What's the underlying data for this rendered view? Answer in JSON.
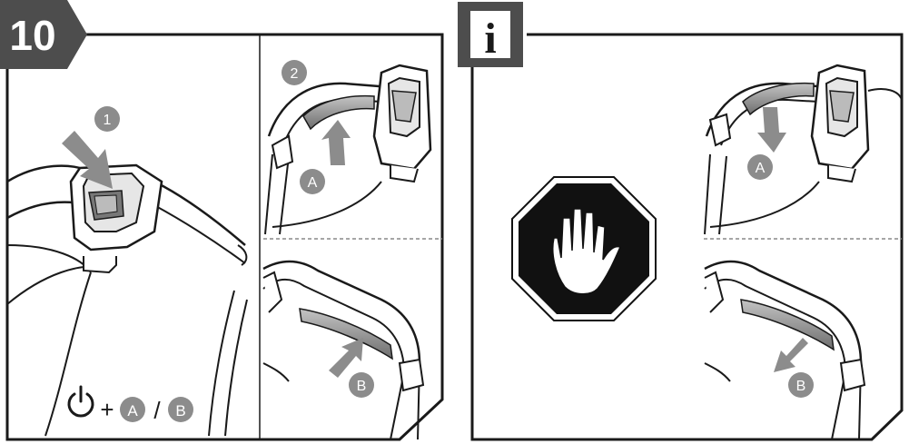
{
  "step": {
    "number": "10"
  },
  "info_panel": {
    "badge": "i",
    "stop_icon": "stop-hand-icon"
  },
  "markers": {
    "step_one": "1",
    "step_two": "2",
    "lever_a": "A",
    "lever_b": "B",
    "info_lever_a": "A",
    "info_lever_b": "B"
  },
  "formula": {
    "power_icon": "power-icon",
    "plus": "+",
    "a": "A",
    "slash": "/",
    "b": "B"
  },
  "colors": {
    "badge_fill": "#4d4d4d",
    "marker_fill": "#8c8c8c",
    "stroke": "#1a1a1a",
    "lever_fill": "#9a9a9a",
    "stop_fill": "#111111"
  }
}
